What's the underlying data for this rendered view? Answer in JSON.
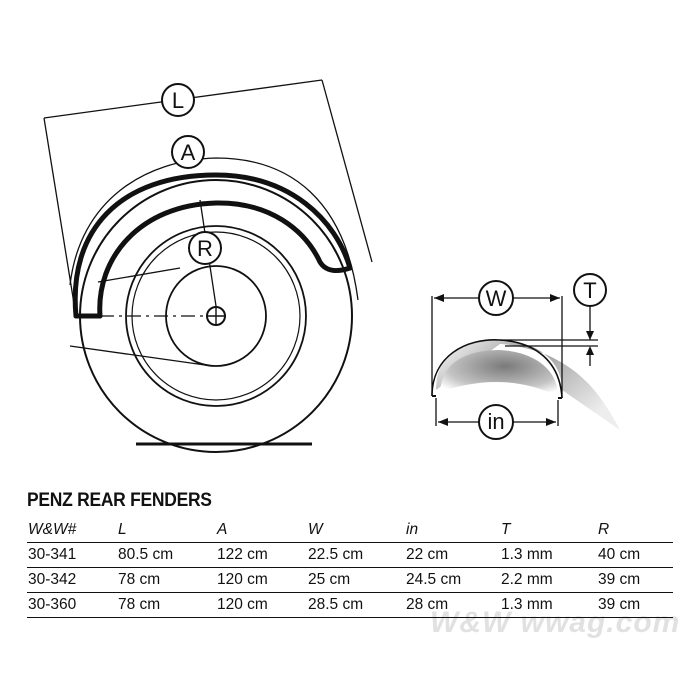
{
  "diagram": {
    "labels": {
      "L": "L",
      "A": "A",
      "R": "R",
      "W": "W",
      "T": "T",
      "in": "in"
    }
  },
  "spec": {
    "title": "PENZ REAR FENDERS",
    "headers": [
      "W&W#",
      "L",
      "A",
      "W",
      "in",
      "T",
      "R"
    ],
    "rows": [
      [
        "30-341",
        "80.5 cm",
        "122 cm",
        "22.5 cm",
        "22 cm",
        "1.3 mm",
        "40 cm"
      ],
      [
        "30-342",
        "78 cm",
        "120 cm",
        "25 cm",
        "24.5 cm",
        "2.2 mm",
        "39 cm"
      ],
      [
        "30-360",
        "78 cm",
        "120 cm",
        "28.5 cm",
        "28 cm",
        "1.3 mm",
        "39 cm"
      ]
    ]
  },
  "watermark": {
    "text": "W&W wwag.com"
  }
}
